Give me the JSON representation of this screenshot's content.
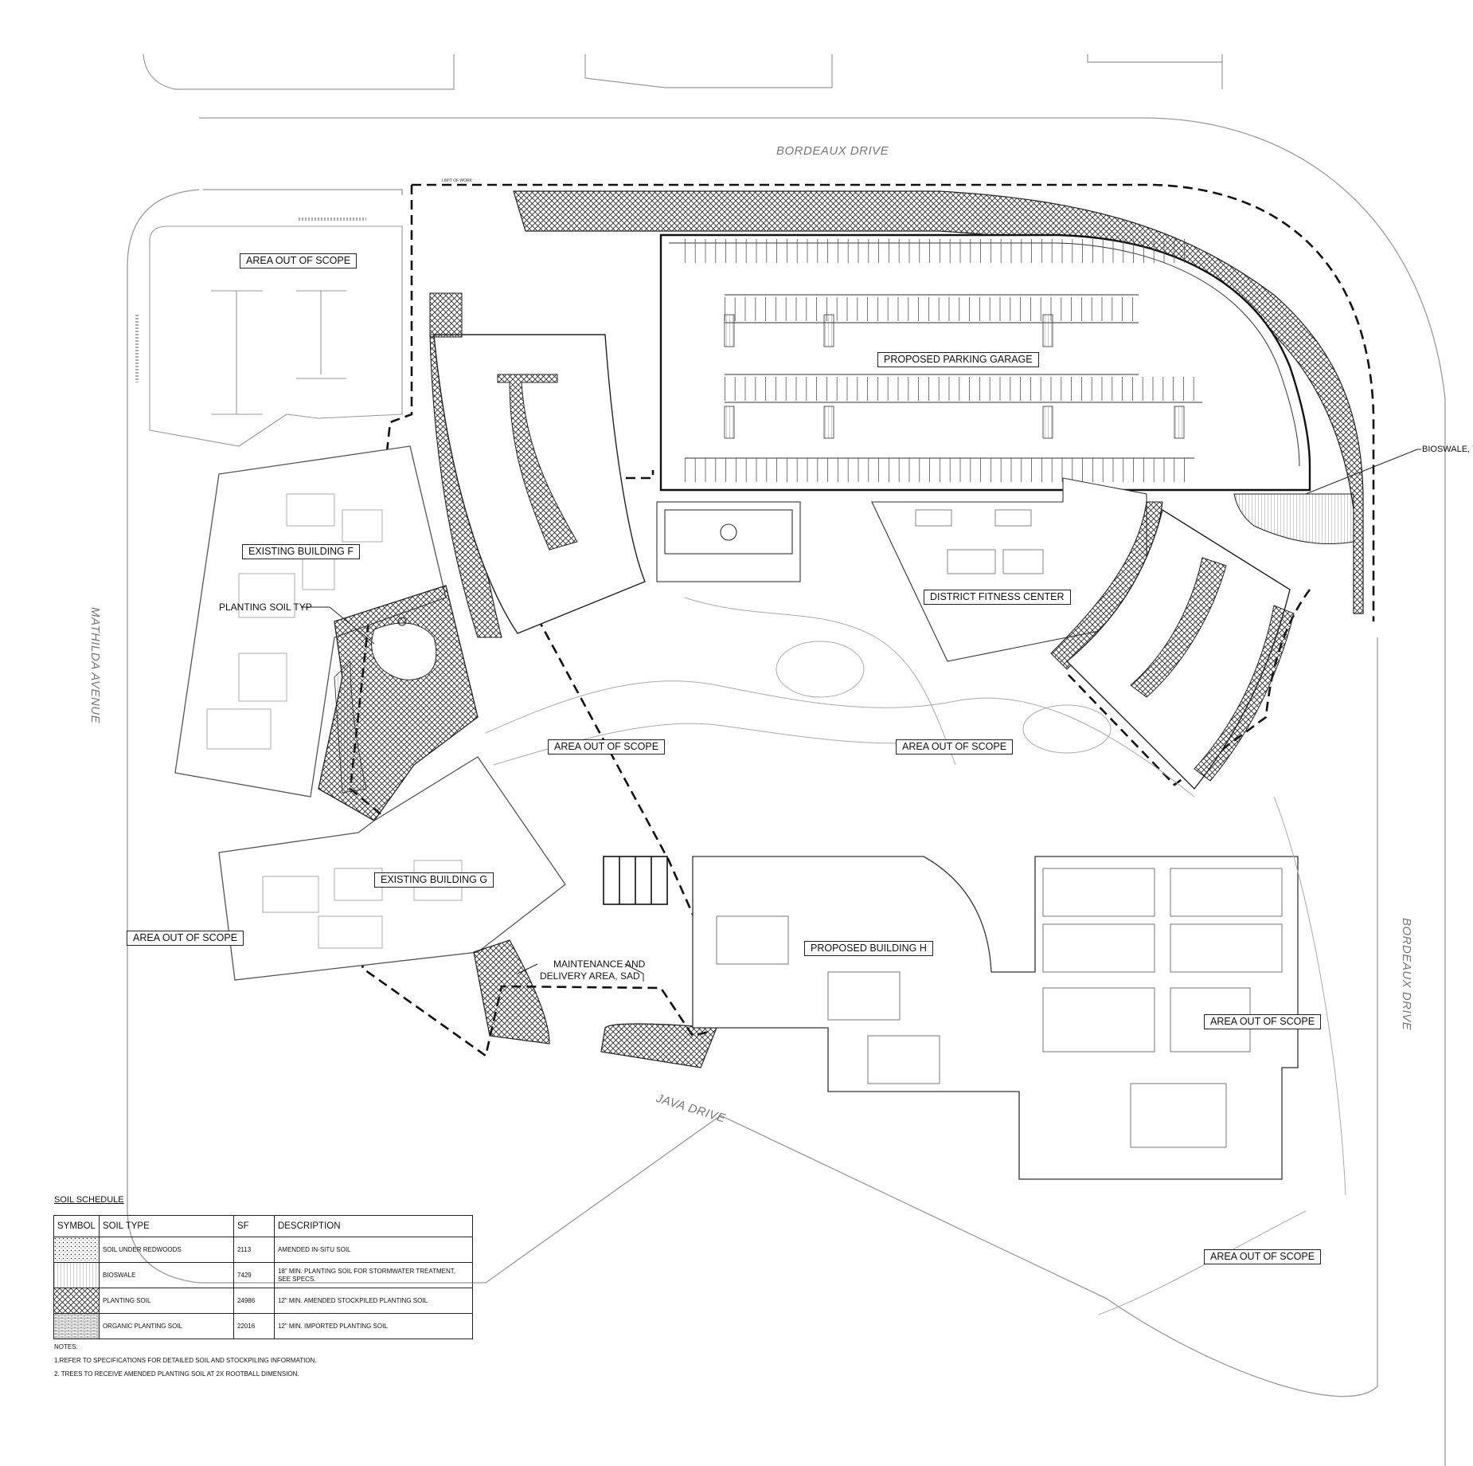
{
  "streets": {
    "north": "BORDEAUX DRIVE",
    "west": "MATHILDA AVENUE",
    "east": "BORDEAUX DRIVE",
    "south": "JAVA DRIVE"
  },
  "labels": {
    "out_nw": "AREA OUT OF SCOPE",
    "out_center": "AREA OUT OF SCOPE",
    "out_center_east": "AREA OUT OF SCOPE",
    "out_west": "AREA OUT OF SCOPE",
    "out_east": "AREA OUT OF SCOPE",
    "out_se": "AREA OUT OF SCOPE",
    "garage": "PROPOSED PARKING GARAGE",
    "building_f": "EXISTING BUILDING F",
    "building_g": "EXISTING BUILDING G",
    "building_h": "PROPOSED BUILDING H",
    "fitness": "DISTRICT FITNESS CENTER",
    "planting_soil_typ": "PLANTING SOIL TYP",
    "maintenance_line1": "MAINTENANCE AND",
    "maintenance_line2": "DELIVERY AREA, SAD",
    "bioswale_callout": "BIOSWALE, T",
    "limit_of_work": "LIMIT OF WORK"
  },
  "soil_schedule": {
    "title": "SOIL SCHEDULE",
    "headers": [
      "SYMBOL",
      "SOIL TYPE",
      "SF",
      "DESCRIPTION"
    ],
    "rows": [
      {
        "type": "SOIL UNDER REDWOODS",
        "sf": "2113",
        "desc": "AMENDED IN-SITU SOIL",
        "pattern": "dots"
      },
      {
        "type": "BIOSWALE",
        "sf": "7429",
        "desc": "18\" MIN. PLANTING SOIL FOR STORMWATER TREATMENT, SEE SPECS.",
        "pattern": "lines"
      },
      {
        "type": "PLANTING SOIL",
        "sf": "24986",
        "desc": "12\" MIN. AMENDED STOCKPILED PLANTING SOIL",
        "pattern": "cross"
      },
      {
        "type": "ORGANIC PLANTING SOIL",
        "sf": "22016",
        "desc": "12\" MIN. IMPORTED PLANTING SOIL",
        "pattern": "brick"
      }
    ],
    "notes_title": "NOTES:",
    "notes": [
      "1.REFER TO SPECIFICATIONS FOR DETAILED SOIL AND STOCKPILING INFORMATION.",
      "2. TREES TO RECEIVE AMENDED PLANTING SOIL AT 2X ROOTBALL DIMENSION."
    ]
  },
  "colors": {
    "linework": "#222222",
    "context": "#8a8a8a",
    "label_border": "#222222"
  }
}
